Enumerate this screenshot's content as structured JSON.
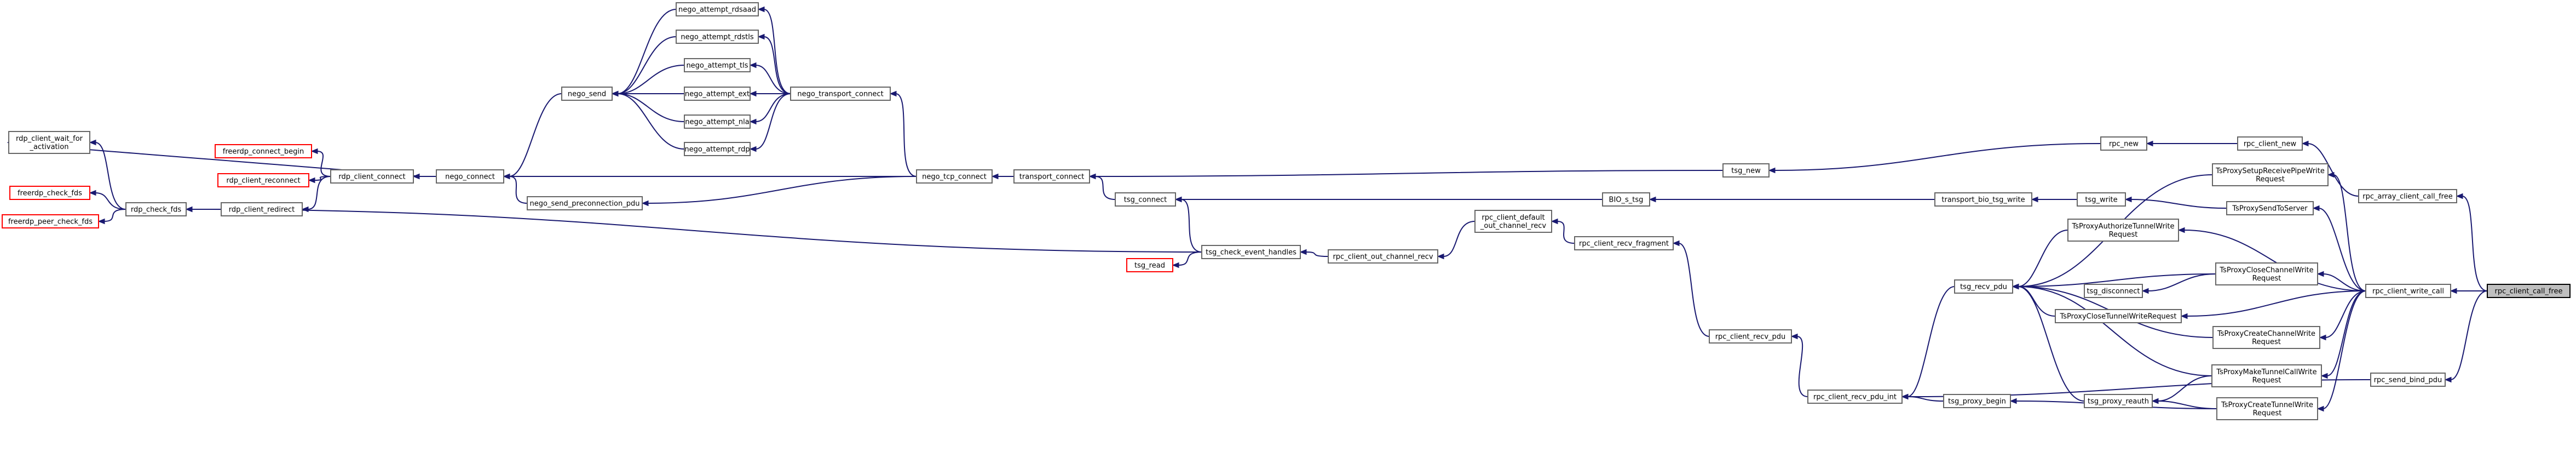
{
  "nodes": [
    {
      "id": "rpc_client_call_free",
      "lines": [
        "rpc_client_call_free"
      ],
      "style": "root"
    },
    {
      "id": "rpc_array_client_call_free",
      "lines": [
        "rpc_array_client_call_free"
      ]
    },
    {
      "id": "rpc_client_write_call",
      "lines": [
        "rpc_client_write_call"
      ]
    },
    {
      "id": "rpc_send_bind_pdu",
      "lines": [
        "rpc_send_bind_pdu"
      ]
    },
    {
      "id": "rpc_client_new",
      "lines": [
        "rpc_client_new"
      ]
    },
    {
      "id": "TsProxySetupReceivePipeWriteRequest",
      "lines": [
        "TsProxySetupReceivePipeWrite",
        "Request"
      ]
    },
    {
      "id": "TsProxySendToServer",
      "lines": [
        "TsProxySendToServer"
      ]
    },
    {
      "id": "TsProxyAuthorizeTunnelWriteRequest",
      "lines": [
        "TsProxyAuthorizeTunnelWrite",
        "Request"
      ]
    },
    {
      "id": "TsProxyCloseChannelWriteRequest",
      "lines": [
        "TsProxyCloseChannelWrite",
        "Request"
      ]
    },
    {
      "id": "TsProxyCloseTunnelWriteRequest",
      "lines": [
        "TsProxyCloseTunnelWriteRequest"
      ]
    },
    {
      "id": "TsProxyCreateChannelWriteRequest",
      "lines": [
        "TsProxyCreateChannelWrite",
        "Request"
      ]
    },
    {
      "id": "TsProxyMakeTunnelCallWriteRequest",
      "lines": [
        "TsProxyMakeTunnelCallWrite",
        "Request"
      ]
    },
    {
      "id": "TsProxyCreateTunnelWriteRequest",
      "lines": [
        "TsProxyCreateTunnelWrite",
        "Request"
      ]
    },
    {
      "id": "rpc_new",
      "lines": [
        "rpc_new"
      ]
    },
    {
      "id": "tsg_write",
      "lines": [
        "tsg_write"
      ]
    },
    {
      "id": "tsg_disconnect",
      "lines": [
        "tsg_disconnect"
      ]
    },
    {
      "id": "tsg_recv_pdu",
      "lines": [
        "tsg_recv_pdu"
      ]
    },
    {
      "id": "tsg_proxy_reauth",
      "lines": [
        "tsg_proxy_reauth"
      ]
    },
    {
      "id": "tsg_proxy_begin",
      "lines": [
        "tsg_proxy_begin"
      ]
    },
    {
      "id": "tsg_new",
      "lines": [
        "tsg_new"
      ]
    },
    {
      "id": "transport_bio_tsg_write",
      "lines": [
        "transport_bio_tsg_write"
      ]
    },
    {
      "id": "BIO_s_tsg",
      "lines": [
        "BIO_s_tsg"
      ]
    },
    {
      "id": "rpc_client_recv_pdu_int",
      "lines": [
        "rpc_client_recv_pdu_int"
      ]
    },
    {
      "id": "rpc_client_recv_pdu",
      "lines": [
        "rpc_client_recv_pdu"
      ]
    },
    {
      "id": "rpc_client_recv_fragment",
      "lines": [
        "rpc_client_recv_fragment"
      ]
    },
    {
      "id": "rpc_client_default_out_channel_recv",
      "lines": [
        "rpc_client_default",
        "_out_channel_recv"
      ]
    },
    {
      "id": "rpc_client_out_channel_recv",
      "lines": [
        "rpc_client_out_channel_recv"
      ]
    },
    {
      "id": "tsg_check_event_handles",
      "lines": [
        "tsg_check_event_handles"
      ]
    },
    {
      "id": "tsg_read",
      "lines": [
        "tsg_read"
      ],
      "style": "red"
    },
    {
      "id": "tsg_connect",
      "lines": [
        "tsg_connect"
      ]
    },
    {
      "id": "transport_connect",
      "lines": [
        "transport_connect"
      ]
    },
    {
      "id": "nego_tcp_connect",
      "lines": [
        "nego_tcp_connect"
      ]
    },
    {
      "id": "nego_transport_connect",
      "lines": [
        "nego_transport_connect"
      ]
    },
    {
      "id": "nego_attempt_rdsaad",
      "lines": [
        "nego_attempt_rdsaad"
      ]
    },
    {
      "id": "nego_attempt_rdstls",
      "lines": [
        "nego_attempt_rdstls"
      ]
    },
    {
      "id": "nego_attempt_tls",
      "lines": [
        "nego_attempt_tls"
      ]
    },
    {
      "id": "nego_attempt_ext",
      "lines": [
        "nego_attempt_ext"
      ]
    },
    {
      "id": "nego_attempt_nla",
      "lines": [
        "nego_attempt_nla"
      ]
    },
    {
      "id": "nego_attempt_rdp",
      "lines": [
        "nego_attempt_rdp"
      ]
    },
    {
      "id": "nego_send",
      "lines": [
        "nego_send"
      ]
    },
    {
      "id": "nego_send_preconnection_pdu",
      "lines": [
        "nego_send_preconnection_pdu"
      ]
    },
    {
      "id": "nego_connect",
      "lines": [
        "nego_connect"
      ]
    },
    {
      "id": "rdp_client_connect",
      "lines": [
        "rdp_client_connect"
      ]
    },
    {
      "id": "freerdp_connect_begin",
      "lines": [
        "freerdp_connect_begin"
      ],
      "style": "red"
    },
    {
      "id": "rdp_client_reconnect",
      "lines": [
        "rdp_client_reconnect"
      ],
      "style": "red"
    },
    {
      "id": "rdp_client_redirect",
      "lines": [
        "rdp_client_redirect"
      ]
    },
    {
      "id": "rdp_client_wait_for_activation",
      "lines": [
        "rdp_client_wait_for",
        "_activation"
      ]
    },
    {
      "id": "rdp_check_fds",
      "lines": [
        "rdp_check_fds"
      ]
    },
    {
      "id": "freerdp_check_fds",
      "lines": [
        "freerdp_check_fds"
      ],
      "style": "red"
    },
    {
      "id": "freerdp_peer_check_fds",
      "lines": [
        "freerdp_peer_check_fds"
      ],
      "style": "red"
    }
  ],
  "edges": [
    [
      "rpc_array_client_call_free",
      "rpc_client_call_free"
    ],
    [
      "rpc_client_write_call",
      "rpc_client_call_free"
    ],
    [
      "rpc_send_bind_pdu",
      "rpc_client_call_free"
    ],
    [
      "rpc_client_new",
      "rpc_array_client_call_free"
    ],
    [
      "rpc_new",
      "rpc_client_new"
    ],
    [
      "tsg_new",
      "rpc_new"
    ],
    [
      "transport_connect",
      "tsg_new"
    ],
    [
      "TsProxySetupReceivePipeWriteRequest",
      "rpc_client_write_call"
    ],
    [
      "TsProxySendToServer",
      "rpc_client_write_call"
    ],
    [
      "TsProxyAuthorizeTunnelWriteRequest",
      "rpc_client_write_call"
    ],
    [
      "TsProxyCloseChannelWriteRequest",
      "rpc_client_write_call"
    ],
    [
      "TsProxyCloseTunnelWriteRequest",
      "rpc_client_write_call"
    ],
    [
      "TsProxyCreateChannelWriteRequest",
      "rpc_client_write_call"
    ],
    [
      "TsProxyMakeTunnelCallWriteRequest",
      "rpc_client_write_call"
    ],
    [
      "TsProxyCreateTunnelWriteRequest",
      "rpc_client_write_call"
    ],
    [
      "rpc_client_recv_pdu_int",
      "rpc_send_bind_pdu"
    ],
    [
      "tsg_write",
      "TsProxySendToServer"
    ],
    [
      "transport_bio_tsg_write",
      "tsg_write"
    ],
    [
      "BIO_s_tsg",
      "transport_bio_tsg_write"
    ],
    [
      "tsg_connect",
      "BIO_s_tsg"
    ],
    [
      "tsg_disconnect",
      "TsProxyCloseChannelWriteRequest"
    ],
    [
      "tsg_recv_pdu",
      "TsProxySetupReceivePipeWriteRequest"
    ],
    [
      "tsg_recv_pdu",
      "TsProxyAuthorizeTunnelWriteRequest"
    ],
    [
      "tsg_recv_pdu",
      "TsProxyCloseChannelWriteRequest"
    ],
    [
      "tsg_recv_pdu",
      "TsProxyCloseTunnelWriteRequest"
    ],
    [
      "tsg_recv_pdu",
      "TsProxyCreateChannelWriteRequest"
    ],
    [
      "tsg_recv_pdu",
      "TsProxyMakeTunnelCallWriteRequest"
    ],
    [
      "tsg_proxy_reauth",
      "TsProxyMakeTunnelCallWriteRequest"
    ],
    [
      "tsg_proxy_reauth",
      "TsProxyCreateTunnelWriteRequest"
    ],
    [
      "tsg_proxy_begin",
      "TsProxyCreateTunnelWriteRequest"
    ],
    [
      "tsg_recv_pdu",
      "tsg_proxy_reauth"
    ],
    [
      "rpc_client_recv_pdu_int",
      "tsg_recv_pdu"
    ],
    [
      "rpc_client_recv_pdu_int",
      "tsg_proxy_begin"
    ],
    [
      "rpc_client_recv_pdu",
      "rpc_client_recv_pdu_int"
    ],
    [
      "rpc_client_recv_fragment",
      "rpc_client_recv_pdu"
    ],
    [
      "rpc_client_default_out_channel_recv",
      "rpc_client_recv_fragment"
    ],
    [
      "rpc_client_out_channel_recv",
      "rpc_client_default_out_channel_recv"
    ],
    [
      "tsg_check_event_handles",
      "rpc_client_out_channel_recv"
    ],
    [
      "tsg_connect",
      "tsg_check_event_handles"
    ],
    [
      "tsg_read",
      "tsg_check_event_handles"
    ],
    [
      "rdp_check_fds",
      "tsg_check_event_handles"
    ],
    [
      "transport_connect",
      "tsg_connect"
    ],
    [
      "nego_tcp_connect",
      "transport_connect"
    ],
    [
      "nego_transport_connect",
      "nego_tcp_connect"
    ],
    [
      "nego_connect",
      "nego_tcp_connect"
    ],
    [
      "nego_send_preconnection_pdu",
      "nego_tcp_connect"
    ],
    [
      "nego_attempt_rdsaad",
      "nego_transport_connect"
    ],
    [
      "nego_attempt_rdstls",
      "nego_transport_connect"
    ],
    [
      "nego_attempt_tls",
      "nego_transport_connect"
    ],
    [
      "nego_attempt_ext",
      "nego_transport_connect"
    ],
    [
      "nego_attempt_nla",
      "nego_transport_connect"
    ],
    [
      "nego_attempt_rdp",
      "nego_transport_connect"
    ],
    [
      "nego_send",
      "nego_transport_connect"
    ],
    [
      "nego_send",
      "nego_attempt_rdsaad"
    ],
    [
      "nego_send",
      "nego_attempt_rdstls"
    ],
    [
      "nego_send",
      "nego_attempt_tls"
    ],
    [
      "nego_send",
      "nego_attempt_ext"
    ],
    [
      "nego_send",
      "nego_attempt_nla"
    ],
    [
      "nego_send",
      "nego_attempt_rdp"
    ],
    [
      "nego_connect",
      "nego_send"
    ],
    [
      "nego_connect",
      "nego_send_preconnection_pdu"
    ],
    [
      "rdp_client_connect",
      "nego_connect"
    ],
    [
      "freerdp_connect_begin",
      "rdp_client_connect"
    ],
    [
      "rdp_client_reconnect",
      "rdp_client_connect"
    ],
    [
      "rdp_client_redirect",
      "rdp_client_connect"
    ],
    [
      "rdp_client_connect",
      "rdp_client_wait_for_activation"
    ],
    [
      "rdp_check_fds",
      "rdp_client_redirect"
    ],
    [
      "rdp_client_wait_for_activation",
      "rdp_check_fds"
    ],
    [
      "freerdp_check_fds",
      "rdp_check_fds"
    ],
    [
      "freerdp_peer_check_fds",
      "rdp_check_fds"
    ]
  ]
}
